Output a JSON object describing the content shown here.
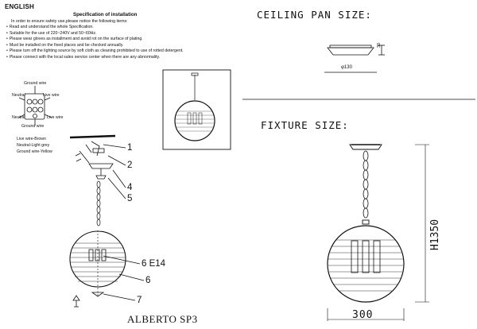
{
  "header": {
    "language": "ENGLISH",
    "spec_title": "Specification of installation",
    "intro": "In order to ensure safety use,please notice the following items:"
  },
  "instructions": [
    "Read and understand the whole Specification.",
    "Suitable for the use of 220~240V and 50~60Hz.",
    "Please wear gloves as installment and avoid rot on the surface of plating.",
    "Must be installed on the fixed places and be checked annually.",
    "Please turn off the lighting source by soft cloth as cleaning prohibited to use of rotted detergent.",
    "Please connect with the local sales service center when there are any abnormality."
  ],
  "wiring": {
    "ground_wire_top": "Ground wire",
    "neutral_left": "Neutral",
    "live_right": "Live wire",
    "neutral_left_bottom": "Neutral",
    "live_right_bottom": "Live wire",
    "ground_wire_bottom": "Ground wire",
    "legend": [
      "Live wire-Brown",
      "Neutral-Light grey",
      "Ground wire-Yellow"
    ]
  },
  "parts": {
    "labels": [
      "1",
      "2",
      "4",
      "5",
      "6 E14",
      "6",
      "7"
    ]
  },
  "ceiling_pan": {
    "title": "CEILING PAN SIZE:",
    "height_dim": "30",
    "diameter_dim": "φ130"
  },
  "fixture": {
    "title": "FIXTURE SIZE:",
    "height_dim": "H1350",
    "width_dim": "300"
  },
  "model": "ALBERTO SP3"
}
